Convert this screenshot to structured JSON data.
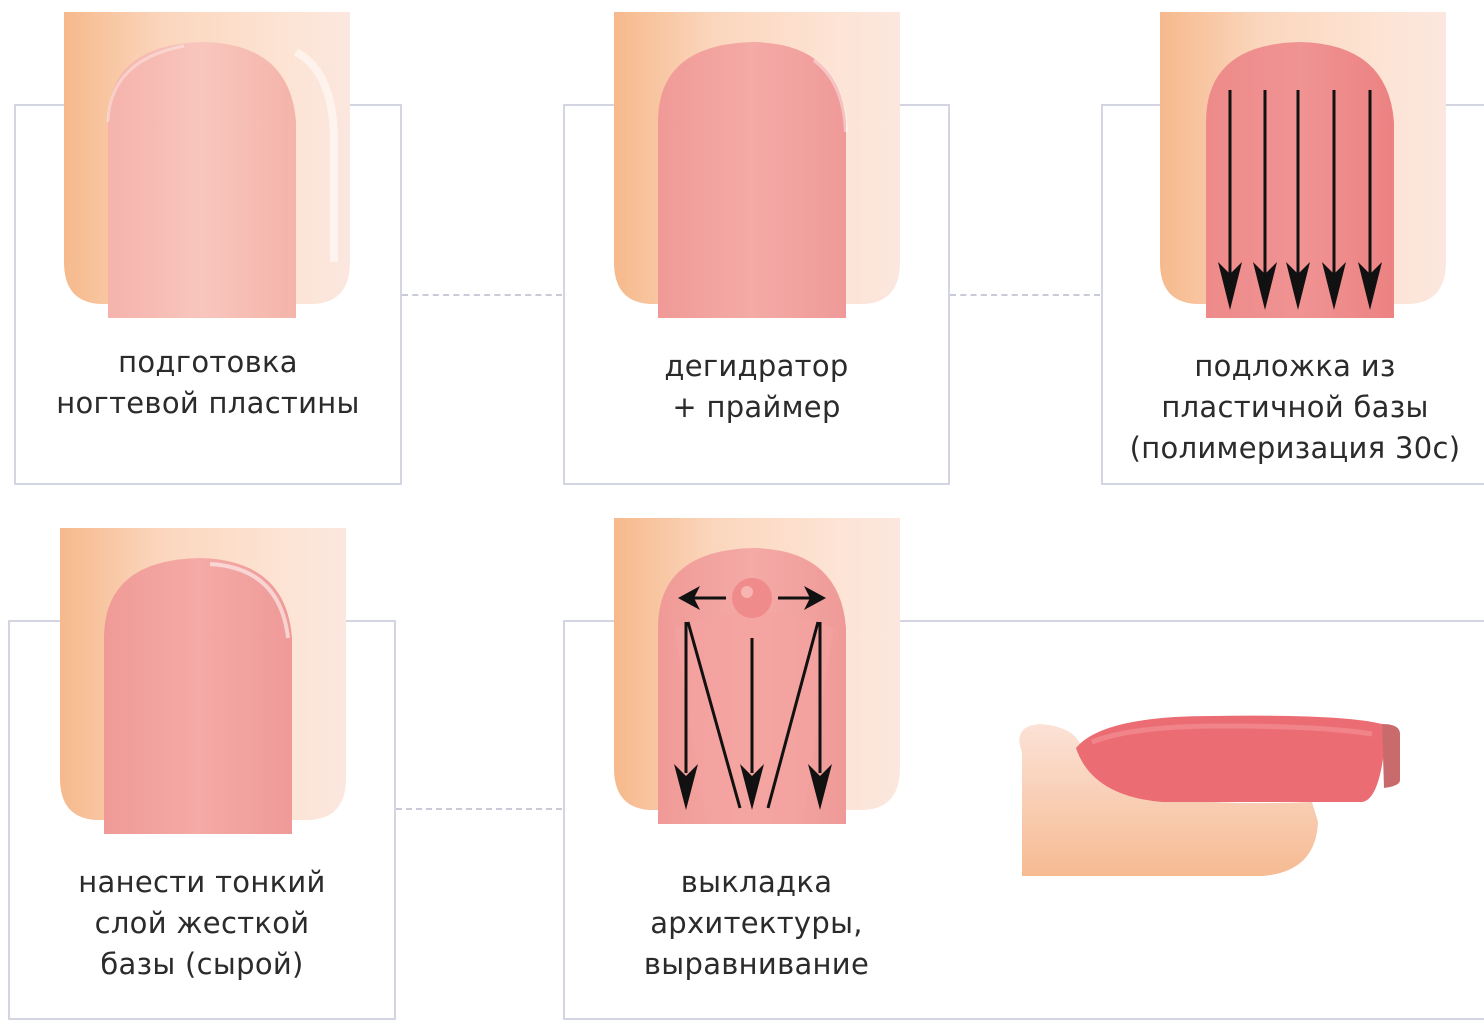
{
  "steps": [
    {
      "lines": [
        "подготовка",
        "ногтевой пластины"
      ]
    },
    {
      "lines": [
        "дегидратор",
        "+ праймер"
      ]
    },
    {
      "lines": [
        "подложка из",
        "пластичной базы",
        "(полимеризация 30с)"
      ]
    },
    {
      "lines": [
        "нанести тонкий",
        "слой жесткой",
        "базы (сырой)"
      ]
    },
    {
      "lines": [
        "выкладка",
        "архитектуры,",
        "выравнивание"
      ]
    }
  ],
  "icons": {
    "step1": "nail-plate-icon",
    "step2": "primed-nail-icon",
    "step3": "nail-downward-arrows-icon",
    "step4": "hard-base-nail-icon",
    "step5": "architecture-arrows-icon",
    "side": "nail-side-profile-icon"
  },
  "colors": {
    "skin": "#f8c9a5",
    "nail_pale": "#f6bab0",
    "nail_pink": "#f29a98",
    "nail_coat": "#ef7f80",
    "arrow": "#111111",
    "frame": "#d3d5e3"
  }
}
